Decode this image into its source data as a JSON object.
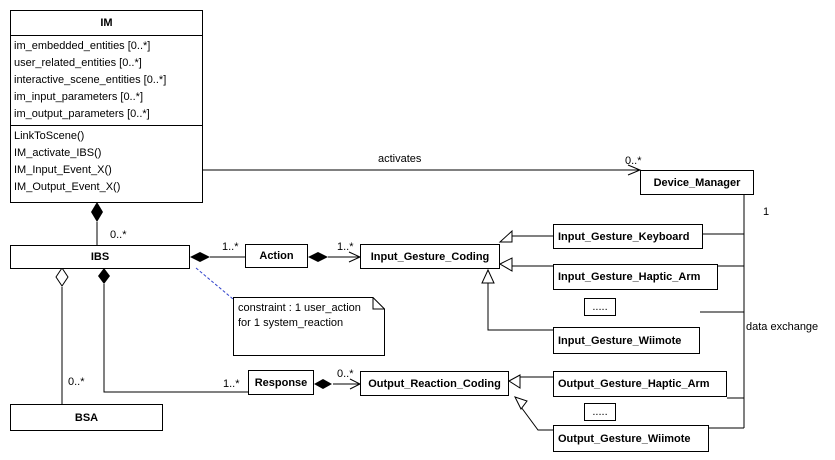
{
  "im": {
    "name": "IM",
    "attributes": [
      "im_embedded_entities [0..*]",
      "user_related_entities [0..*]",
      "interactive_scene_entities [0..*]",
      "im_input_parameters [0..*]",
      "im_output_parameters [0..*]"
    ],
    "operations": [
      "LinkToScene()",
      "IM_activate_IBS()",
      "IM_Input_Event_X()",
      "IM_Output_Event_X()"
    ]
  },
  "classes": {
    "ibs": "IBS",
    "bsa": "BSA",
    "action": "Action",
    "response": "Response",
    "input_gesture_coding": "Input_Gesture_Coding",
    "output_reaction_coding": "Output_Reaction_Coding",
    "device_manager": "Device_Manager",
    "input_gesture_keyboard": "Input_Gesture_Keyboard",
    "input_gesture_haptic_arm": "Input_Gesture_Haptic_Arm",
    "input_gesture_more": ".....",
    "input_gesture_wiimote": "Input_Gesture_Wiimote",
    "output_gesture_haptic_arm": "Output_Gesture_Haptic_Arm",
    "output_gesture_more": ".....",
    "output_gesture_wiimote": "Output_Gesture_Wiimote"
  },
  "labels": {
    "activates": "activates",
    "activates_mult": "0..*",
    "im_ibs_mult": "0..*",
    "ibs_action_mult": "1..*",
    "action_igc_mult": "1..*",
    "ibs_response_mult": "1..*",
    "response_orc_mult": "0..*",
    "ibs_bsa_mult": "0..*",
    "device_manager_mult": "1",
    "data_exchange": "data exchange"
  },
  "note": {
    "line1": "constraint : 1 user_action",
    "line2": "for 1 system_reaction"
  }
}
